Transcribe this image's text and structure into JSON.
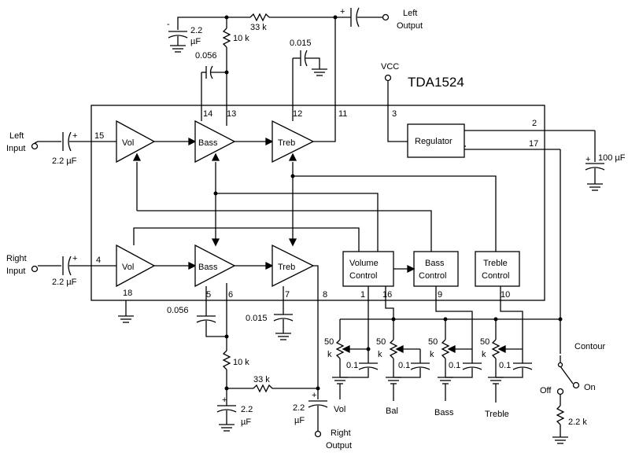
{
  "chip": {
    "name": "TDA1524",
    "vcc": "VCC"
  },
  "blocks": {
    "vol": "Vol",
    "bass": "Bass",
    "treb": "Treb",
    "regulator": "Regulator",
    "volume_control": [
      "Volume",
      "Control"
    ],
    "bass_control": [
      "Bass",
      "Control"
    ],
    "treble_control": [
      "Treble",
      "Control"
    ]
  },
  "pins": [
    "15",
    "14",
    "13",
    "12",
    "11",
    "3",
    "2",
    "17",
    "4",
    "18",
    "5",
    "6",
    "7",
    "8",
    "1",
    "16",
    "9",
    "10"
  ],
  "io": {
    "left_input": [
      "Left",
      "Input"
    ],
    "right_input": [
      "Right",
      "Input"
    ],
    "left_output": [
      "Left",
      "Output"
    ],
    "right_output": [
      "Right",
      "Output"
    ]
  },
  "values": {
    "c_input": "2.2 µF",
    "c_2_2": "2.2",
    "u_f": "µF",
    "r_33k": "33 k",
    "r_10k": "10 k",
    "c_0056": "0.056",
    "c_0015": "0.015",
    "c_100": "100 µF",
    "pot_50": "50",
    "k": "k",
    "c_01": "0.1",
    "r_2_2k": "2.2 k"
  },
  "controls": {
    "vol": "Vol",
    "bal": "Bal",
    "bass": "Bass",
    "treble": "Treble"
  },
  "contour": {
    "label": "Contour",
    "on": "On",
    "off": "Off"
  }
}
